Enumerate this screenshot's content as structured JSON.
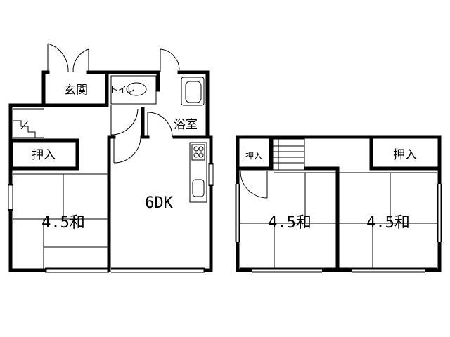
{
  "floor1": {
    "genkan": "玄関",
    "toilet": "トイレ",
    "bath": "浴室",
    "closet": "押入",
    "washitsu": "4.5和",
    "ldk": "6DK"
  },
  "floor2": {
    "closet_small": "押入",
    "closet": "押入",
    "washitsu_left": "4.5和",
    "washitsu_right": "4.5和"
  }
}
